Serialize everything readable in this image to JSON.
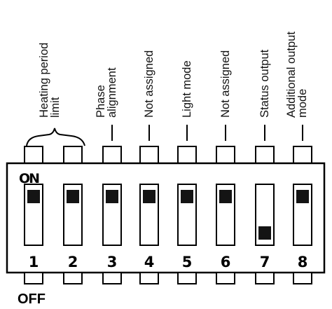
{
  "switch_block": {
    "on_label": "ON",
    "off_label": "OFF",
    "brace_caption": [
      "Heating period",
      "limit"
    ],
    "switches": [
      {
        "number": "1",
        "position": "on",
        "label": [],
        "brace": true
      },
      {
        "number": "2",
        "position": "on",
        "label": [],
        "brace": true
      },
      {
        "number": "3",
        "position": "on",
        "label": [
          "Phase",
          "alignment"
        ]
      },
      {
        "number": "4",
        "position": "on",
        "label": [
          "Not assigned"
        ]
      },
      {
        "number": "5",
        "position": "on",
        "label": [
          "Light mode"
        ]
      },
      {
        "number": "6",
        "position": "on",
        "label": [
          "Not assigned"
        ]
      },
      {
        "number": "7",
        "position": "off",
        "label": [
          "Status output"
        ]
      },
      {
        "number": "8",
        "position": "on",
        "label": [
          "Additional output",
          "mode"
        ]
      }
    ]
  }
}
